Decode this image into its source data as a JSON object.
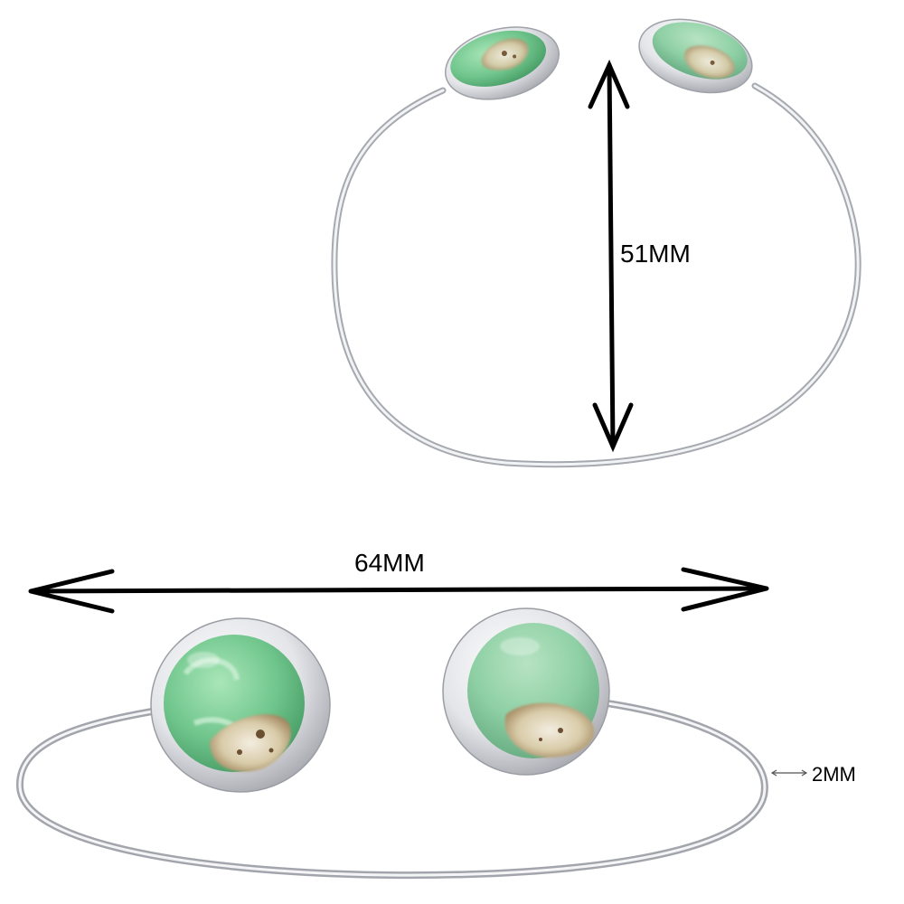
{
  "dimensions": {
    "height_label": "51MM",
    "width_label": "64MM",
    "thickness_label": "2MM"
  },
  "colors": {
    "background": "#ffffff",
    "arrow": "#000000",
    "silver_light": "#f4f4f6",
    "silver_mid": "#d6d7dc",
    "silver_dark": "#9a9ca4",
    "stone_green": "#7fcf9a",
    "stone_green_dark": "#4fa86e",
    "stone_matrix": "#e8e0cc",
    "stone_brown": "#8a6e4a"
  }
}
